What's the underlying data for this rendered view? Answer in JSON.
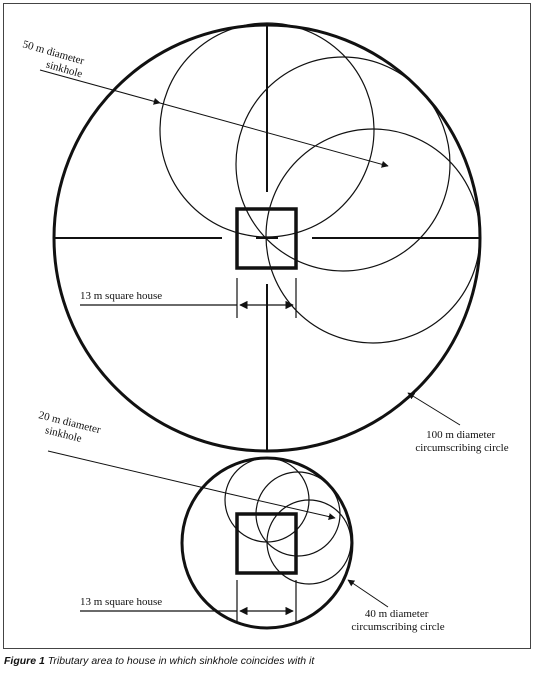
{
  "labels": {
    "large_sinkhole_line1": "50 m diameter",
    "large_sinkhole_line2": "sinkhole",
    "large_house": "13 m square house",
    "large_circle_line1": "100 m diameter",
    "large_circle_line2": "circumscribing circle",
    "small_sinkhole_line1": "20 m diameter",
    "small_sinkhole_line2": "sinkhole",
    "small_house": "13 m square house",
    "small_circle_line1": "40 m diameter",
    "small_circle_line2": "circumscribing circle"
  },
  "caption": {
    "number": "Figure 1",
    "text": "Tributary area to house in which sinkhole coincides with it"
  }
}
